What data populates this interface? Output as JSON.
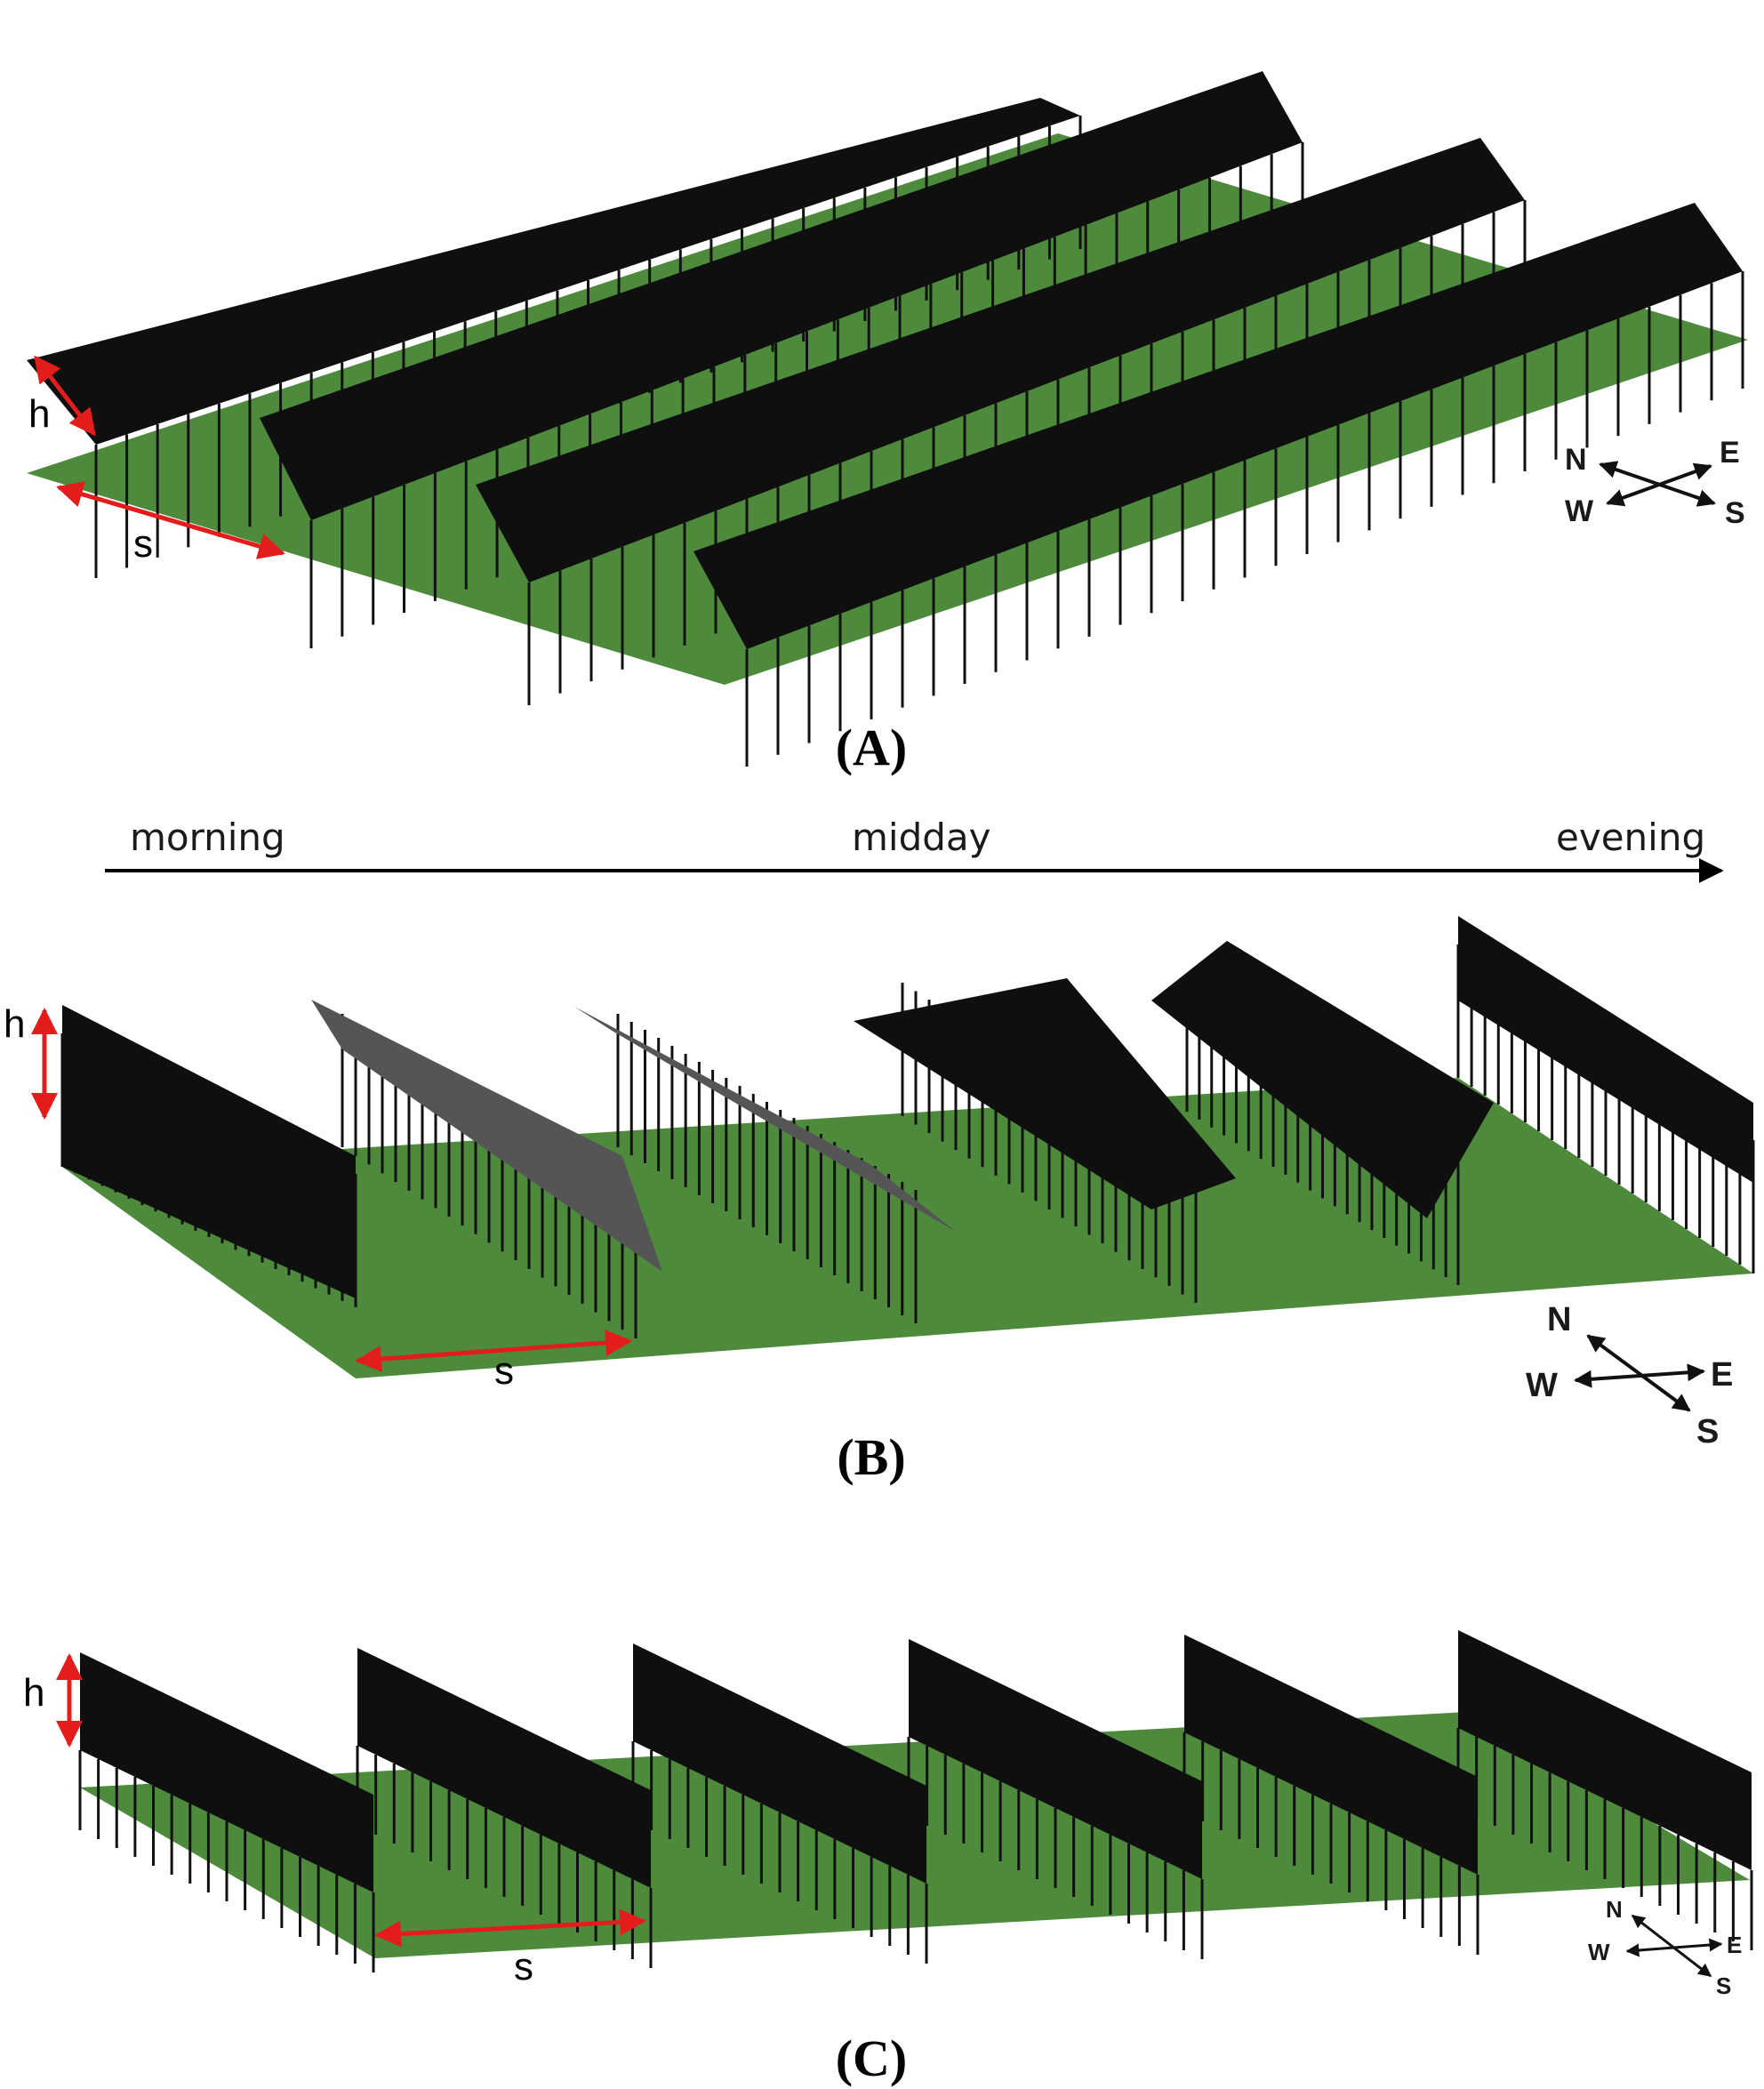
{
  "panels": [
    {
      "caption": "(A)",
      "dims": {
        "h": "h",
        "s": "s"
      },
      "compass": {
        "n": "N",
        "e": "E",
        "s": "S",
        "w": "W"
      }
    },
    {
      "caption": "(B)",
      "dims": {
        "h": "h",
        "s": "s"
      },
      "compass": {
        "n": "N",
        "e": "E",
        "s": "S",
        "w": "W"
      }
    },
    {
      "caption": "(C)",
      "dims": {
        "h": "h",
        "s": "s"
      },
      "compass": {
        "n": "N",
        "e": "E",
        "s": "S",
        "w": "W"
      }
    }
  ],
  "timeline": {
    "start": "morning",
    "middle": "midday",
    "end": "evening"
  },
  "colors": {
    "ground": "#4d8a3c",
    "ground_dark": "#3b6e2e",
    "panel": "#0f0f0f",
    "panel_tilted": "#555555",
    "post": "#111111",
    "dimension_arrow": "#e31c1c"
  }
}
